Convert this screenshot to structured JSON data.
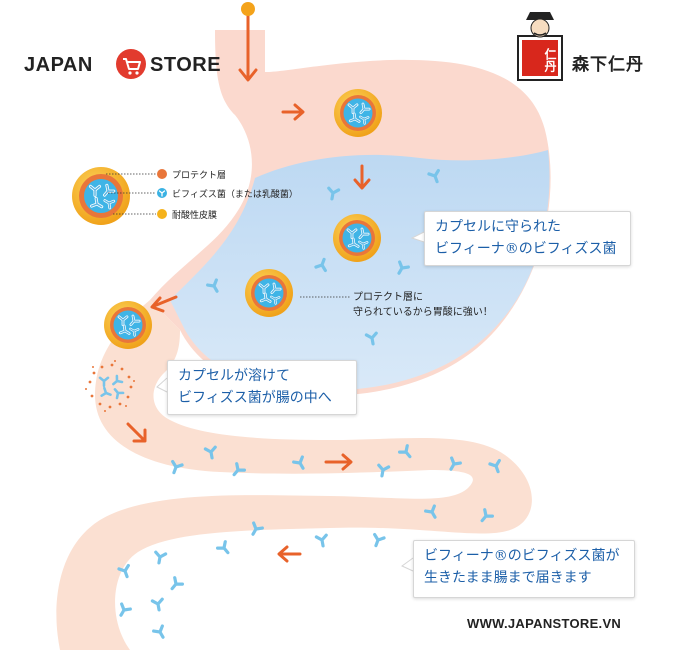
{
  "header": {
    "logo_left": "JAPAN",
    "logo_right": "STORE",
    "brand_name": "森下仁丹",
    "brand_badge": "仁丹"
  },
  "legend": {
    "items": [
      {
        "label": "プロテクト層",
        "color": "#e9763a"
      },
      {
        "label": "ビフィズス菌（または乳酸菌）",
        "color": "#3ab2e3"
      },
      {
        "label": "耐酸性皮膜",
        "color": "#f5b21b"
      }
    ]
  },
  "callouts": {
    "capsule_protect": {
      "line1": "カプセルに守られた",
      "line2": "ビフィーナ®のビフィズス菌"
    },
    "capsule_dissolve": {
      "line1": "カプセルが溶けて",
      "line2": "ビフィズス菌が腸の中へ"
    },
    "reach_intestine": {
      "line1": "ビフィーナ®のビフィズス菌が",
      "line2": "生きたまま腸まで届きます"
    }
  },
  "stomach_note": {
    "line1": "プロテクト層に",
    "line2": "守られているから胃酸に強い！"
  },
  "footer": {
    "url": "WWW.JAPANSTORE.VN"
  },
  "colors": {
    "stomach_wall": "#fbd9ce",
    "stomach_acid": "#cfe3f6",
    "intestine": "#fbe0d2",
    "arrow": "#e8622a",
    "bacteria": "#7cc6ec",
    "callout_text": "#1c5fa8"
  }
}
